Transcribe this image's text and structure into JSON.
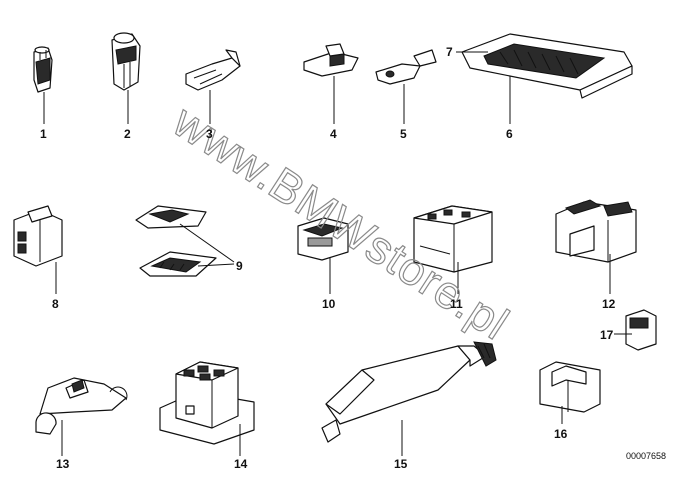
{
  "parts": [
    {
      "id": "1",
      "label": "1"
    },
    {
      "id": "2",
      "label": "2"
    },
    {
      "id": "3",
      "label": "3"
    },
    {
      "id": "4",
      "label": "4"
    },
    {
      "id": "5",
      "label": "5"
    },
    {
      "id": "6",
      "label": "6"
    },
    {
      "id": "7",
      "label": "7"
    },
    {
      "id": "8",
      "label": "8"
    },
    {
      "id": "9",
      "label": "9"
    },
    {
      "id": "10",
      "label": "10"
    },
    {
      "id": "11",
      "label": "11"
    },
    {
      "id": "12",
      "label": "12"
    },
    {
      "id": "13",
      "label": "13"
    },
    {
      "id": "14",
      "label": "14"
    },
    {
      "id": "15",
      "label": "15"
    },
    {
      "id": "16",
      "label": "16"
    },
    {
      "id": "17",
      "label": "17"
    }
  ],
  "watermark": "www.BMWstore.pl",
  "reference_number": "00007658"
}
